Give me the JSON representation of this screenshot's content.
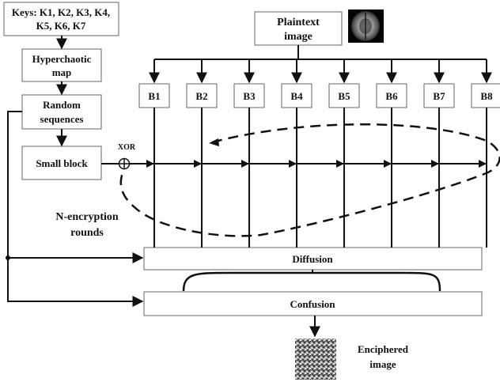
{
  "keys_box": {
    "line1": "Keys: K1, K2, K3, K4,",
    "line2": "K5, K6, K7"
  },
  "hyperchaotic_box": {
    "line1": "Hyperchaotic",
    "line2": "map"
  },
  "random_box": {
    "line1": "Random",
    "line2": "sequences"
  },
  "small_block_box": {
    "label": "Small block"
  },
  "xor_label": "XOR",
  "plaintext_box": {
    "line1": "Plaintext",
    "line2": "image"
  },
  "blocks": [
    "B1",
    "B2",
    "B3",
    "B4",
    "B5",
    "B6",
    "B7",
    "B8"
  ],
  "rounds_label": {
    "line1": "N-encryption",
    "line2": "rounds"
  },
  "diffusion_label": "Diffusion",
  "confusion_label": "Confusion",
  "output_label": {
    "line1": "Enciphered",
    "line2": "image"
  },
  "icons": [
    "brain-mri-thumbnail",
    "noise-image-thumbnail",
    "xor-circle-icon"
  ],
  "colors": {
    "line": "#111111",
    "box_border": "#666666",
    "box_fill": "#ffffff"
  }
}
